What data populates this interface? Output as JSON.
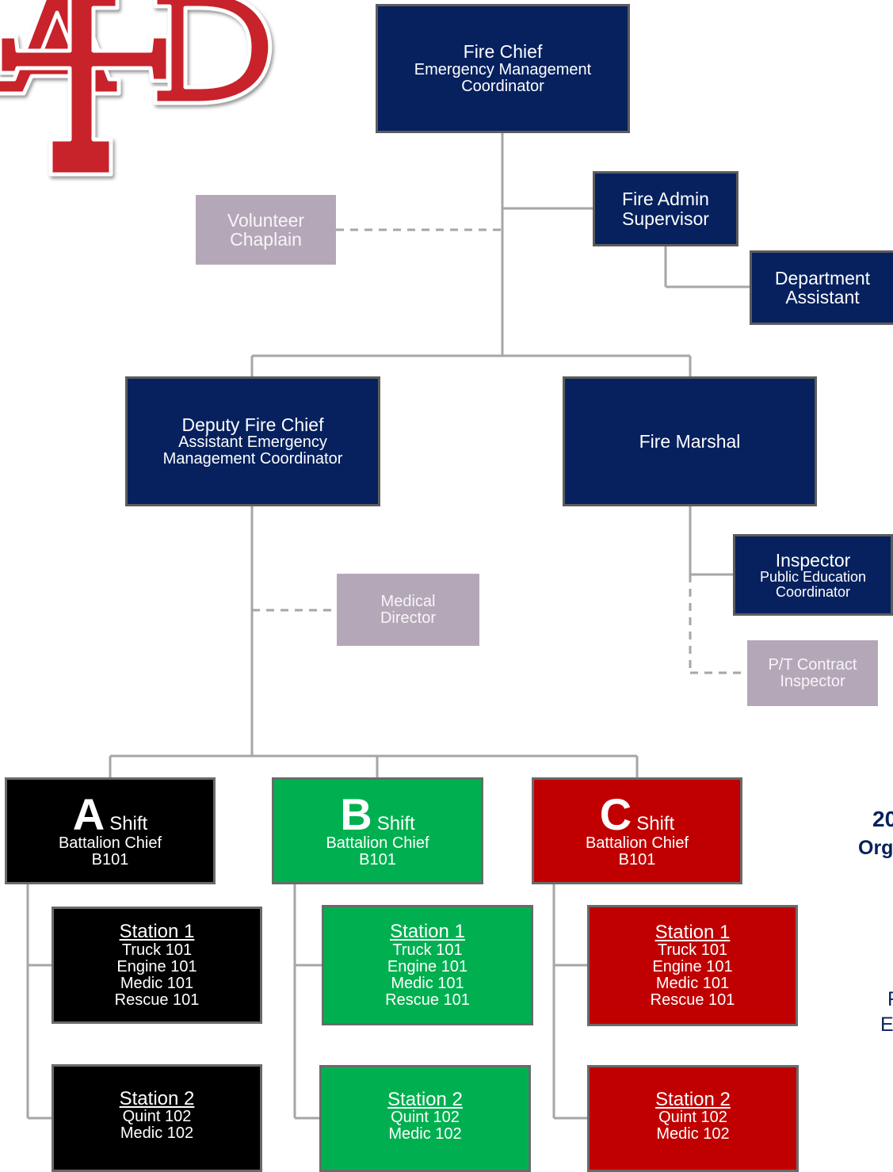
{
  "logo": {
    "letters": "AFD",
    "colors": {
      "fill": "#c8202c",
      "outline": "#ffffff",
      "shadow": "#9a9a9a"
    }
  },
  "colors": {
    "navy": "#06215e",
    "advisory": "#b4a8b8",
    "a_shift": "#000000",
    "b_shift": "#00b050",
    "c_shift": "#c00000",
    "connector": "#a6a6a6"
  },
  "chief": {
    "title": "Fire Chief",
    "line2": "Emergency Management",
    "line3": "Coordinator"
  },
  "chaplain": {
    "line1": "Volunteer",
    "line2": "Chaplain"
  },
  "admin": {
    "line1": "Fire Admin",
    "line2": "Supervisor"
  },
  "assistant": {
    "line1": "Department",
    "line2": "Assistant"
  },
  "deputy": {
    "title": "Deputy Fire Chief",
    "line2": "Assistant Emergency",
    "line3": "Management Coordinator"
  },
  "marshal": {
    "title": "Fire Marshal"
  },
  "medical": {
    "line1": "Medical",
    "line2": "Director"
  },
  "inspector": {
    "title": "Inspector",
    "line2": "Public Education",
    "line3": "Coordinator"
  },
  "contract": {
    "line1": "P/T Contract",
    "line2": "Inspector"
  },
  "shifts": [
    {
      "letter": "A",
      "word": "Shift",
      "role": "Battalion Chief",
      "unit": "B101",
      "station1": {
        "name": "Station 1",
        "units": [
          "Truck 101",
          "Engine 101",
          "Medic 101",
          "Rescue 101"
        ]
      },
      "station2": {
        "name": "Station 2",
        "units": [
          "Quint 102",
          "Medic 102"
        ]
      }
    },
    {
      "letter": "B",
      "word": "Shift",
      "role": "Battalion Chief",
      "unit": "B101",
      "station1": {
        "name": "Station 1",
        "units": [
          "Truck 101",
          "Engine 101",
          "Medic 101",
          "Rescue 101"
        ]
      },
      "station2": {
        "name": "Station 2",
        "units": [
          "Quint 102",
          "Medic 102"
        ]
      }
    },
    {
      "letter": "C",
      "word": "Shift",
      "role": "Battalion Chief",
      "unit": "B101",
      "station1": {
        "name": "Station 1",
        "units": [
          "Truck 101",
          "Engine 101",
          "Medic 101",
          "Rescue 101"
        ]
      },
      "station2": {
        "name": "Station 2",
        "units": [
          "Quint 102",
          "Medic 102"
        ]
      }
    }
  ],
  "side_text": {
    "line1": "20",
    "line2": "Org",
    "line3": "F",
    "line4": "E"
  }
}
